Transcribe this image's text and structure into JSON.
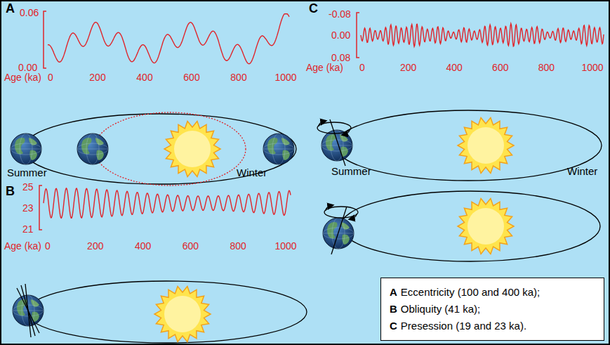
{
  "diagram": {
    "nodes": [
      {
        "text": [
          "A",
          "Eccentricity (100 and 400 ka);",
          "B",
          "Obliquity (41 ka);",
          "C",
          "Presession (19 and 23 ka)."
        ]
      }
    ],
    "labels": [
      "A",
      "0.06",
      "0.00",
      "Age (ka)",
      "0",
      "200",
      "400",
      "600",
      "800",
      "1000",
      "Summer",
      "Winter",
      "B",
      "25",
      "23",
      "21",
      "Age (ka)",
      "0",
      "200",
      "400",
      "600",
      "800",
      "1000",
      "C",
      "-0.08",
      "0.00",
      "0.08",
      "Age (ka)",
      "0",
      "200",
      "400",
      "600",
      "800",
      "1000",
      "Summer",
      "Winter"
    ]
  }
}
